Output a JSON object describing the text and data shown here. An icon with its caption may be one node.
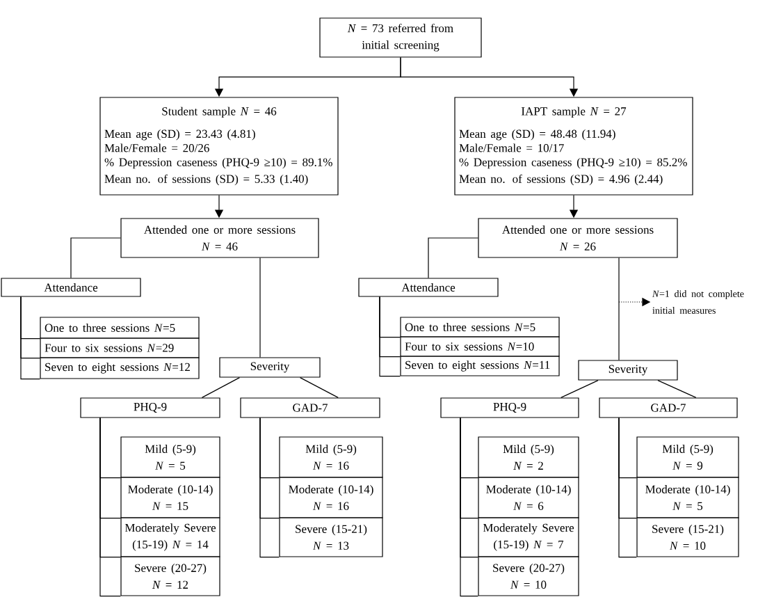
{
  "diagram": {
    "nodes": [
      {
        "text": [
          "*N* = 73 referred from initial screening"
        ]
      },
      {
        "text": [
          "Student sample *N* = 46",
          "Mean age (SD) = 23.43 (4.81)",
          "Male/Female = 20/26",
          "% Depression caseness (PHQ-9 ≥10) = 89.1%",
          "Mean no. of sessions (SD) = 5.33 (1.40)"
        ]
      },
      {
        "text": [
          "IAPT sample *N* = 27",
          "Mean age (SD) = 48.48 (11.94)",
          "Male/Female = 10/17",
          "% Depression caseness (PHQ-9 ≥10) = 85.2%",
          "Mean no. of sessions (SD) = 4.96 (2.44)"
        ]
      },
      {
        "text": [
          "Attended one or more sessions",
          "*N* = 46"
        ]
      },
      {
        "text": [
          "Attended one or more sessions",
          "*N* = 26"
        ]
      },
      {
        "text": [
          "Attendance"
        ]
      },
      {
        "text": [
          "One to three sessions *N*=5"
        ]
      },
      {
        "text": [
          "Four to six sessions *N*=29"
        ]
      },
      {
        "text": [
          "Seven to eight sessions *N*=12"
        ]
      },
      {
        "text": [
          "Severity"
        ]
      },
      {
        "text": [
          "PHQ-9"
        ]
      },
      {
        "text": [
          "Mild (5-9)",
          "*N* = 5"
        ]
      },
      {
        "text": [
          "Moderate (10-14)",
          "*N* = 15"
        ]
      },
      {
        "text": [
          "Moderately Severe (15-19) *N* = 14"
        ]
      },
      {
        "text": [
          "Severe (20-27)",
          "*N* = 12"
        ]
      },
      {
        "text": [
          "GAD-7"
        ]
      },
      {
        "text": [
          "Mild (5-9)",
          "*N* = 16"
        ]
      },
      {
        "text": [
          "Moderate (10-14)",
          "*N* = 16"
        ]
      },
      {
        "text": [
          "Severe (15-21)",
          "*N* = 13"
        ]
      },
      {
        "text": [
          "Attendance"
        ]
      },
      {
        "text": [
          "One to three sessions *N*=5"
        ]
      },
      {
        "text": [
          "Four to six sessions *N*=10"
        ]
      },
      {
        "text": [
          "Seven to eight sessions *N*=11"
        ]
      },
      {
        "text": [
          "*N*=1 did not complete initial measures"
        ]
      },
      {
        "text": [
          "Severity"
        ]
      },
      {
        "text": [
          "PHQ-9"
        ]
      },
      {
        "text": [
          "Mild (5-9)",
          "*N* = 2"
        ]
      },
      {
        "text": [
          "Moderate (10-14)",
          "*N* = 6"
        ]
      },
      {
        "text": [
          "Moderately Severe (15-19) *N* = 7"
        ]
      },
      {
        "text": [
          "Severe (20-27)",
          "*N* = 10"
        ]
      },
      {
        "text": [
          "GAD-7"
        ]
      },
      {
        "text": [
          "Mild (5-9)",
          "*N* = 9"
        ]
      },
      {
        "text": [
          "Moderate (10-14)",
          "*N* = 5"
        ]
      },
      {
        "text": [
          "Severe (15-21)",
          "*N* = 10"
        ]
      }
    ],
    "edges": [
      {
        "from": 0,
        "to": 1,
        "arrow": "to"
      },
      {
        "from": 0,
        "to": 2,
        "arrow": "to"
      },
      {
        "from": 1,
        "to": 3,
        "arrow": "to"
      },
      {
        "from": 2,
        "to": 4,
        "arrow": "to"
      },
      {
        "from": 3,
        "to": 5,
        "arrow": "none"
      },
      {
        "from": 3,
        "to": 9,
        "arrow": "none"
      },
      {
        "from": 5,
        "to": 6,
        "arrow": "none"
      },
      {
        "from": 5,
        "to": 7,
        "arrow": "none"
      },
      {
        "from": 5,
        "to": 8,
        "arrow": "none"
      },
      {
        "from": 9,
        "to": 10,
        "arrow": "none"
      },
      {
        "from": 9,
        "to": 15,
        "arrow": "none"
      },
      {
        "from": 10,
        "to": 11,
        "arrow": "none"
      },
      {
        "from": 10,
        "to": 12,
        "arrow": "none"
      },
      {
        "from": 10,
        "to": 13,
        "arrow": "none"
      },
      {
        "from": 10,
        "to": 14,
        "arrow": "none"
      },
      {
        "from": 15,
        "to": 16,
        "arrow": "none"
      },
      {
        "from": 15,
        "to": 17,
        "arrow": "none"
      },
      {
        "from": 15,
        "to": 18,
        "arrow": "none"
      },
      {
        "from": 4,
        "to": 19,
        "arrow": "none"
      },
      {
        "from": 4,
        "to": 24,
        "arrow": "none"
      },
      {
        "from": 19,
        "to": 20,
        "arrow": "none"
      },
      {
        "from": 19,
        "to": 21,
        "arrow": "none"
      },
      {
        "from": 19,
        "to": 22,
        "arrow": "none"
      },
      {
        "from": null,
        "to": 23,
        "arrow": "to",
        "style": "dashed"
      },
      {
        "from": 24,
        "to": 25,
        "arrow": "none"
      },
      {
        "from": 24,
        "to": 30,
        "arrow": "none"
      },
      {
        "from": 25,
        "to": 26,
        "arrow": "none"
      },
      {
        "from": 25,
        "to": 27,
        "arrow": "none"
      },
      {
        "from": 25,
        "to": 28,
        "arrow": "none"
      },
      {
        "from": 25,
        "to": 29,
        "arrow": "none"
      },
      {
        "from": 30,
        "to": 31,
        "arrow": "none"
      },
      {
        "from": 30,
        "to": 32,
        "arrow": "none"
      },
      {
        "from": 30,
        "to": 33,
        "arrow": "none"
      }
    ]
  }
}
